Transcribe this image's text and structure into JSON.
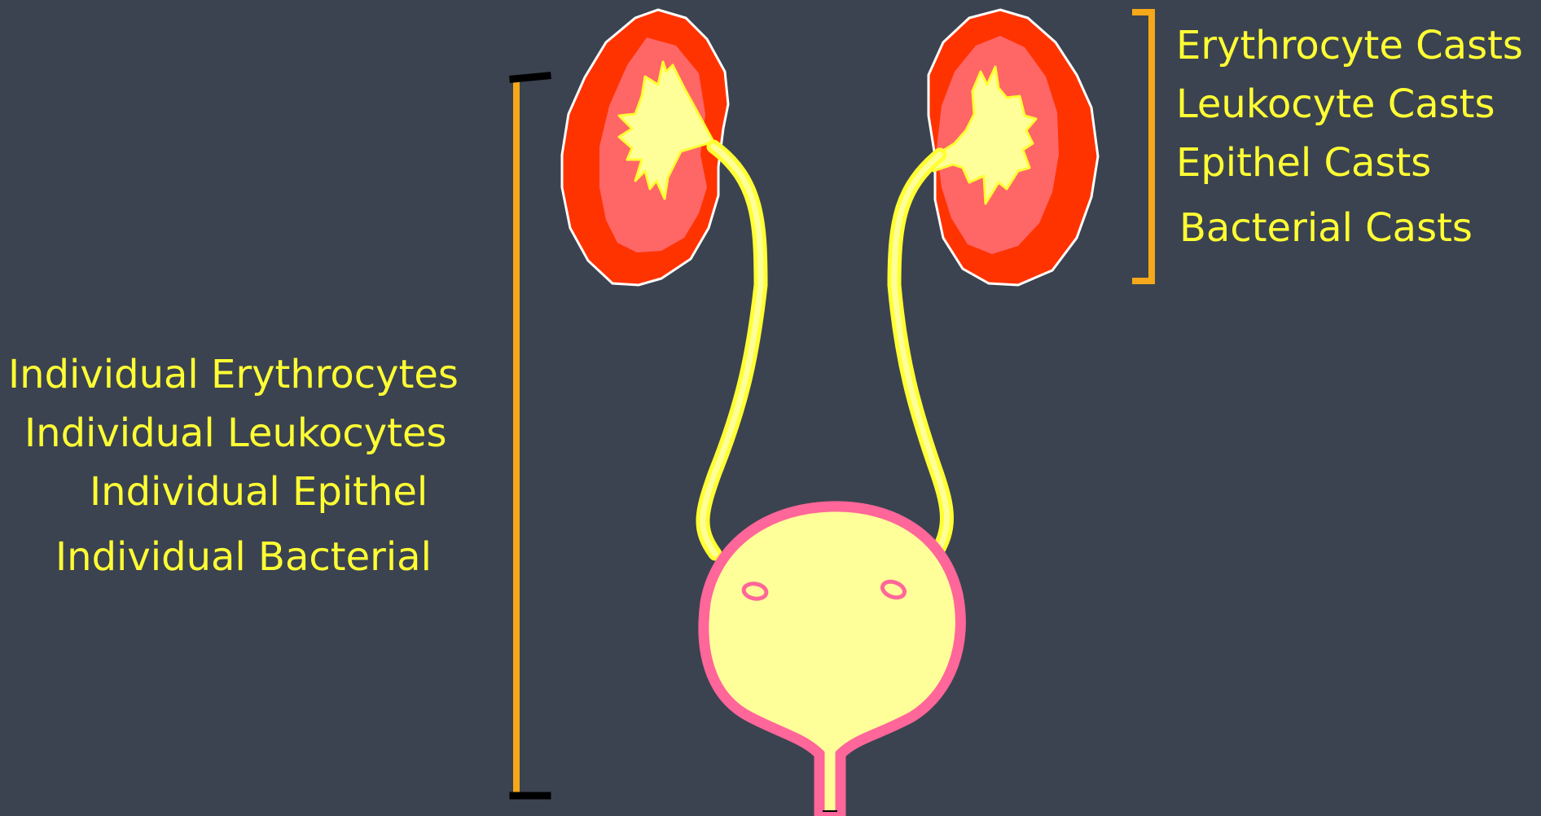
{
  "colors": {
    "background": "#3b4350",
    "label_text": "#ffff33",
    "bracket_orange": "#f5a81a",
    "bracket_black": "#000000",
    "kidney_outer": "#ff3300",
    "kidney_inner": "#ff6666",
    "kidney_outline": "#ffffff",
    "urine_fill": "#ffff99",
    "ureter_stroke": "#ffff33",
    "bladder_wall": "#ff6699"
  },
  "kidney_labels": [
    "Erythrocyte Casts",
    "Leukocyte Casts",
    "Epithel Casts",
    "Bacterial Casts"
  ],
  "tract_labels": [
    "Individual Erythrocytes",
    "Individual Leukocytes",
    "Individual Epithel",
    "Individual Bacterial"
  ]
}
